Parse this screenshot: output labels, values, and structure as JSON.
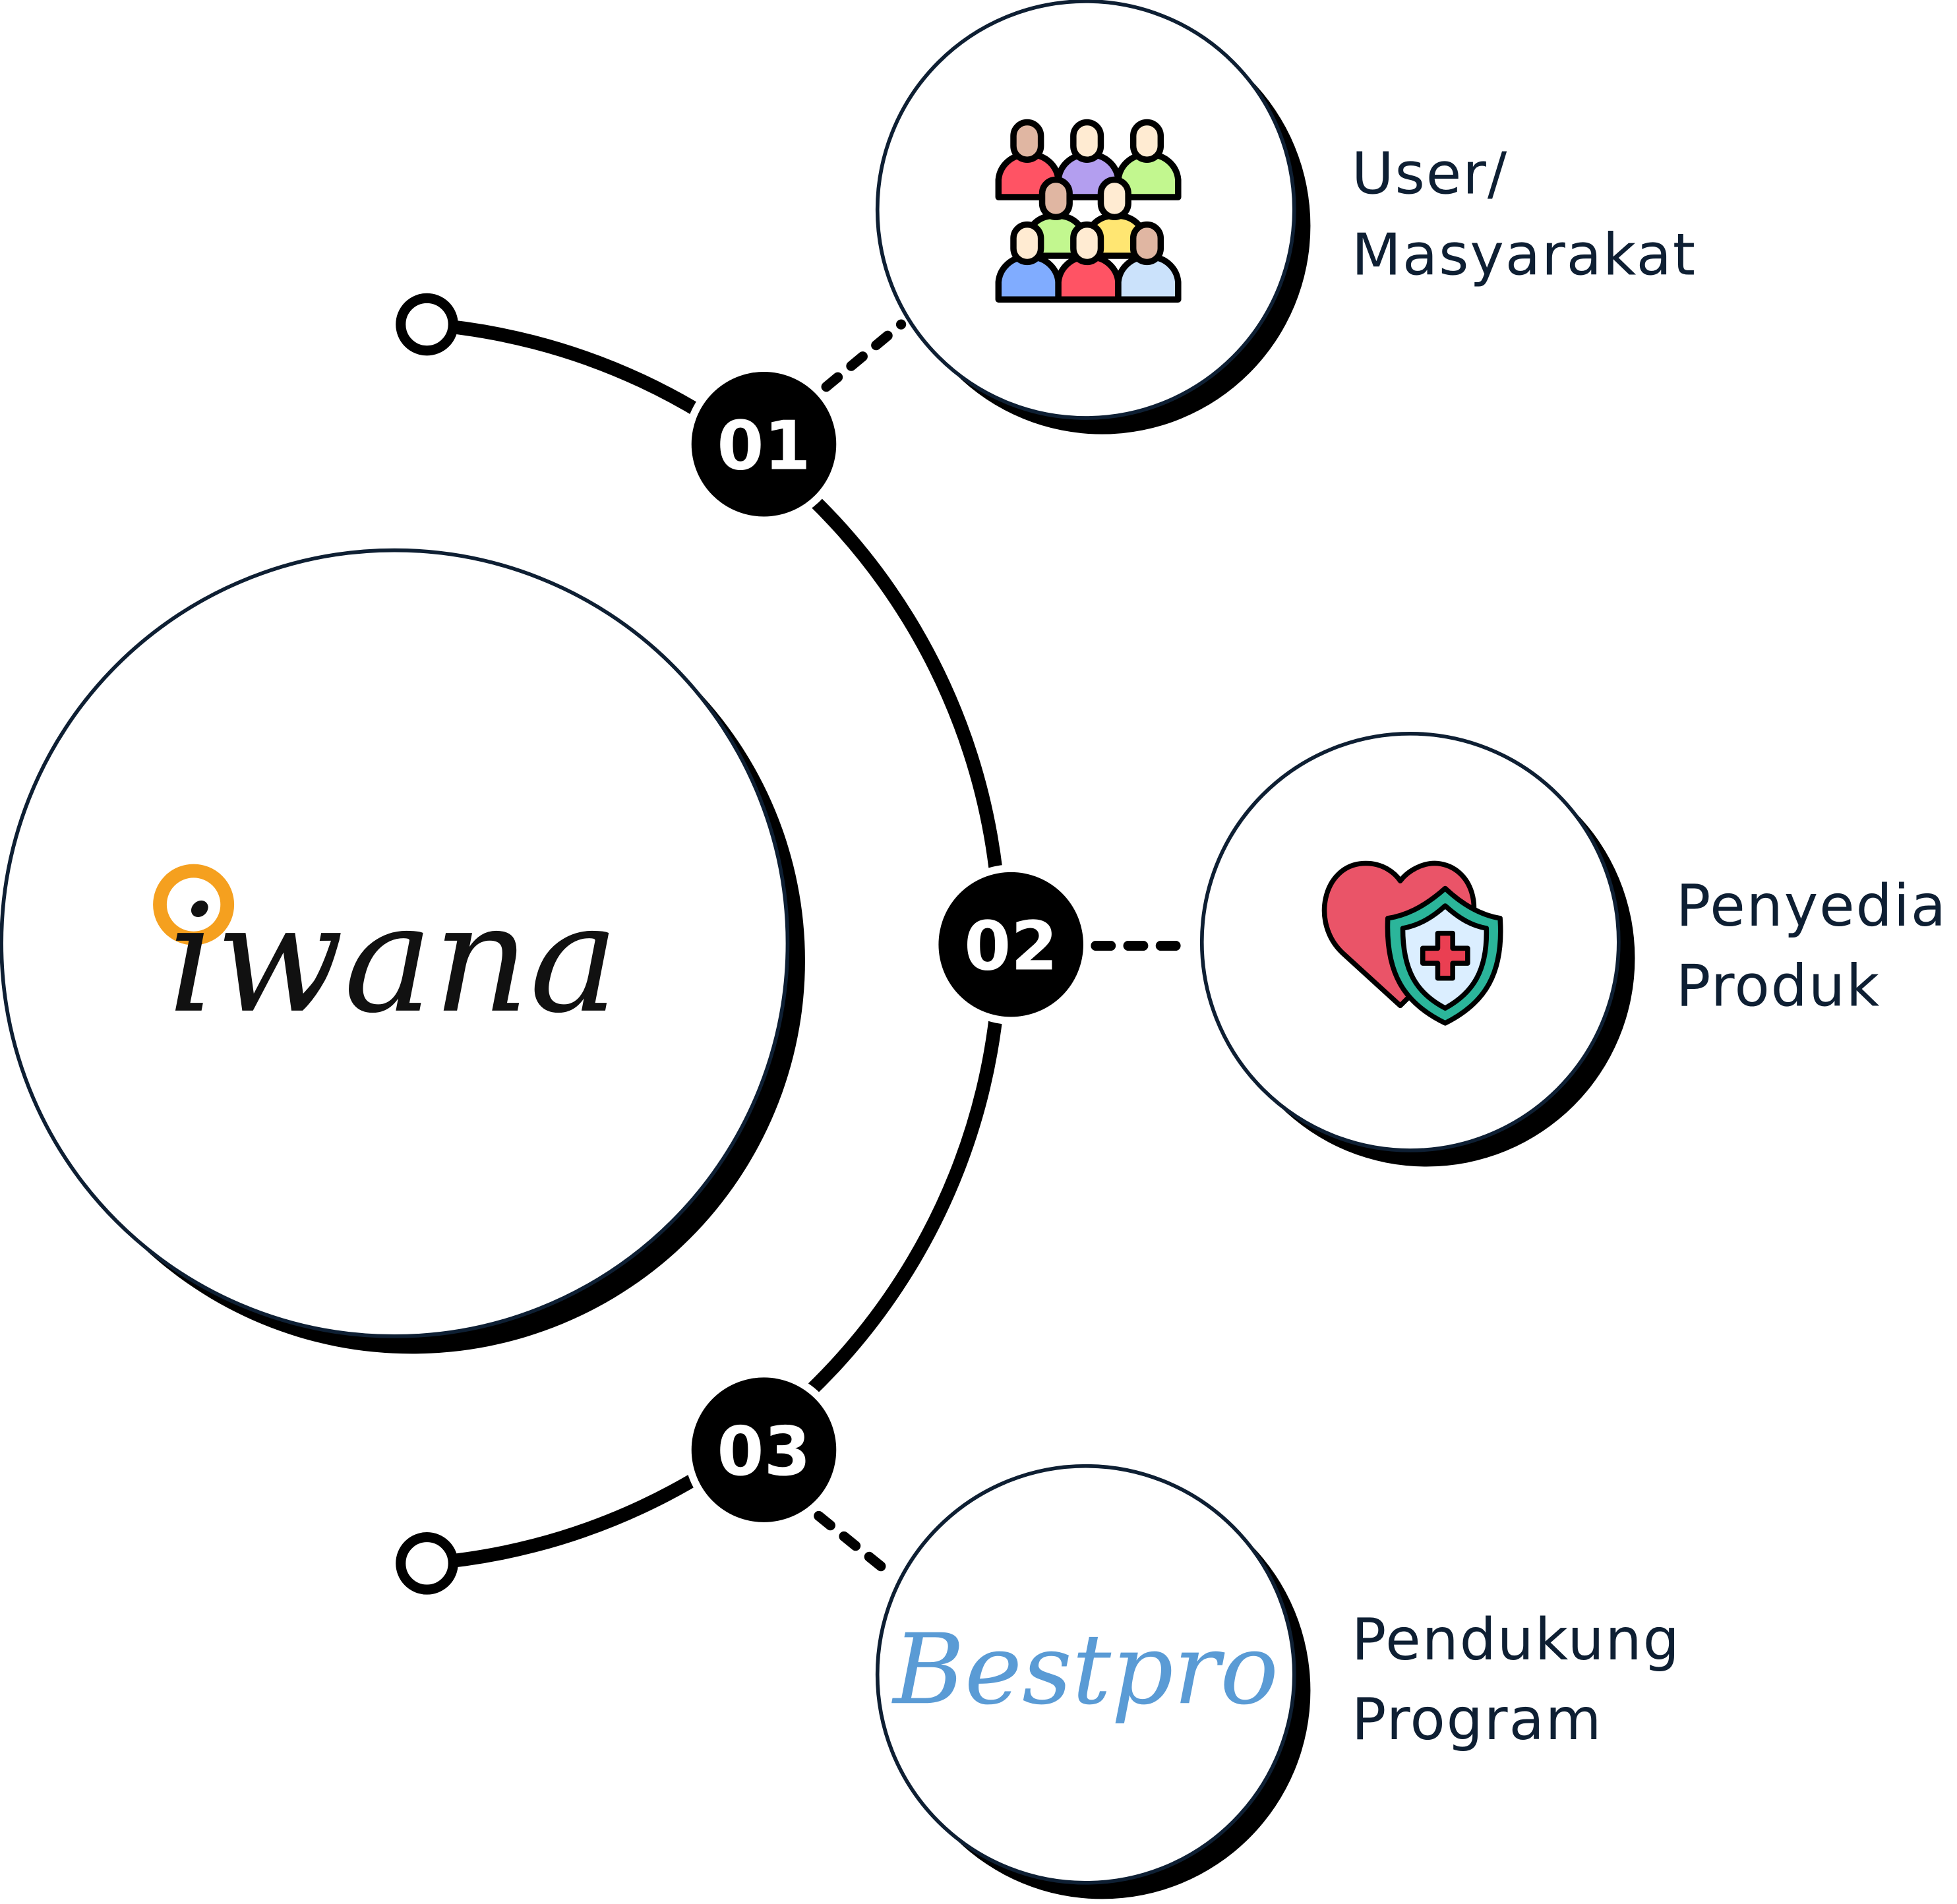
{
  "center": {
    "logo_text": "iwana",
    "accent_color": "#F5A01F"
  },
  "nodes": [
    {
      "number": "01",
      "label_lines": [
        "User/",
        "Masyarakat"
      ],
      "icon": "people-group-icon"
    },
    {
      "number": "02",
      "label_lines": [
        "Penyedia",
        "Produk"
      ],
      "icon": "heart-shield-icon"
    },
    {
      "number": "03",
      "label_lines": [
        "Pendukung",
        "Program"
      ],
      "icon": "bestpro-logo",
      "logo_text": "Bestpro",
      "logo_color": "#5A9BD5"
    }
  ],
  "colors": {
    "outline": "#0E1F33",
    "text": "#0E1F33",
    "line": "#000000"
  }
}
